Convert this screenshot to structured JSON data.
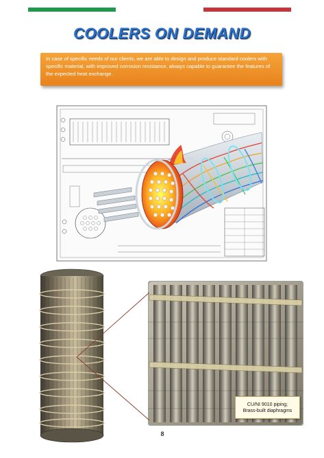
{
  "header": {
    "title": "COOLERS ON DEMAND",
    "flag_colors": {
      "green": "#1f9a4a",
      "red": "#c8343a"
    }
  },
  "intro": {
    "text": "In case of specific needs of our clients, we are able to design and produce standard coolers with specific material, with improved corrosion resistance, always capable to guarantee the features of the expected heat exchange.",
    "background": "#ee8f24"
  },
  "figures": {
    "drawing": "technical-drawing-with-cfd-render",
    "left_photo": "tube-bundle-photo",
    "right_photo": "tube-bundle-detail-photo"
  },
  "caption": {
    "line1": "CU/NI 9010 piping;",
    "line2": "Brass-built diaphragms"
  },
  "page": {
    "number": "8"
  }
}
